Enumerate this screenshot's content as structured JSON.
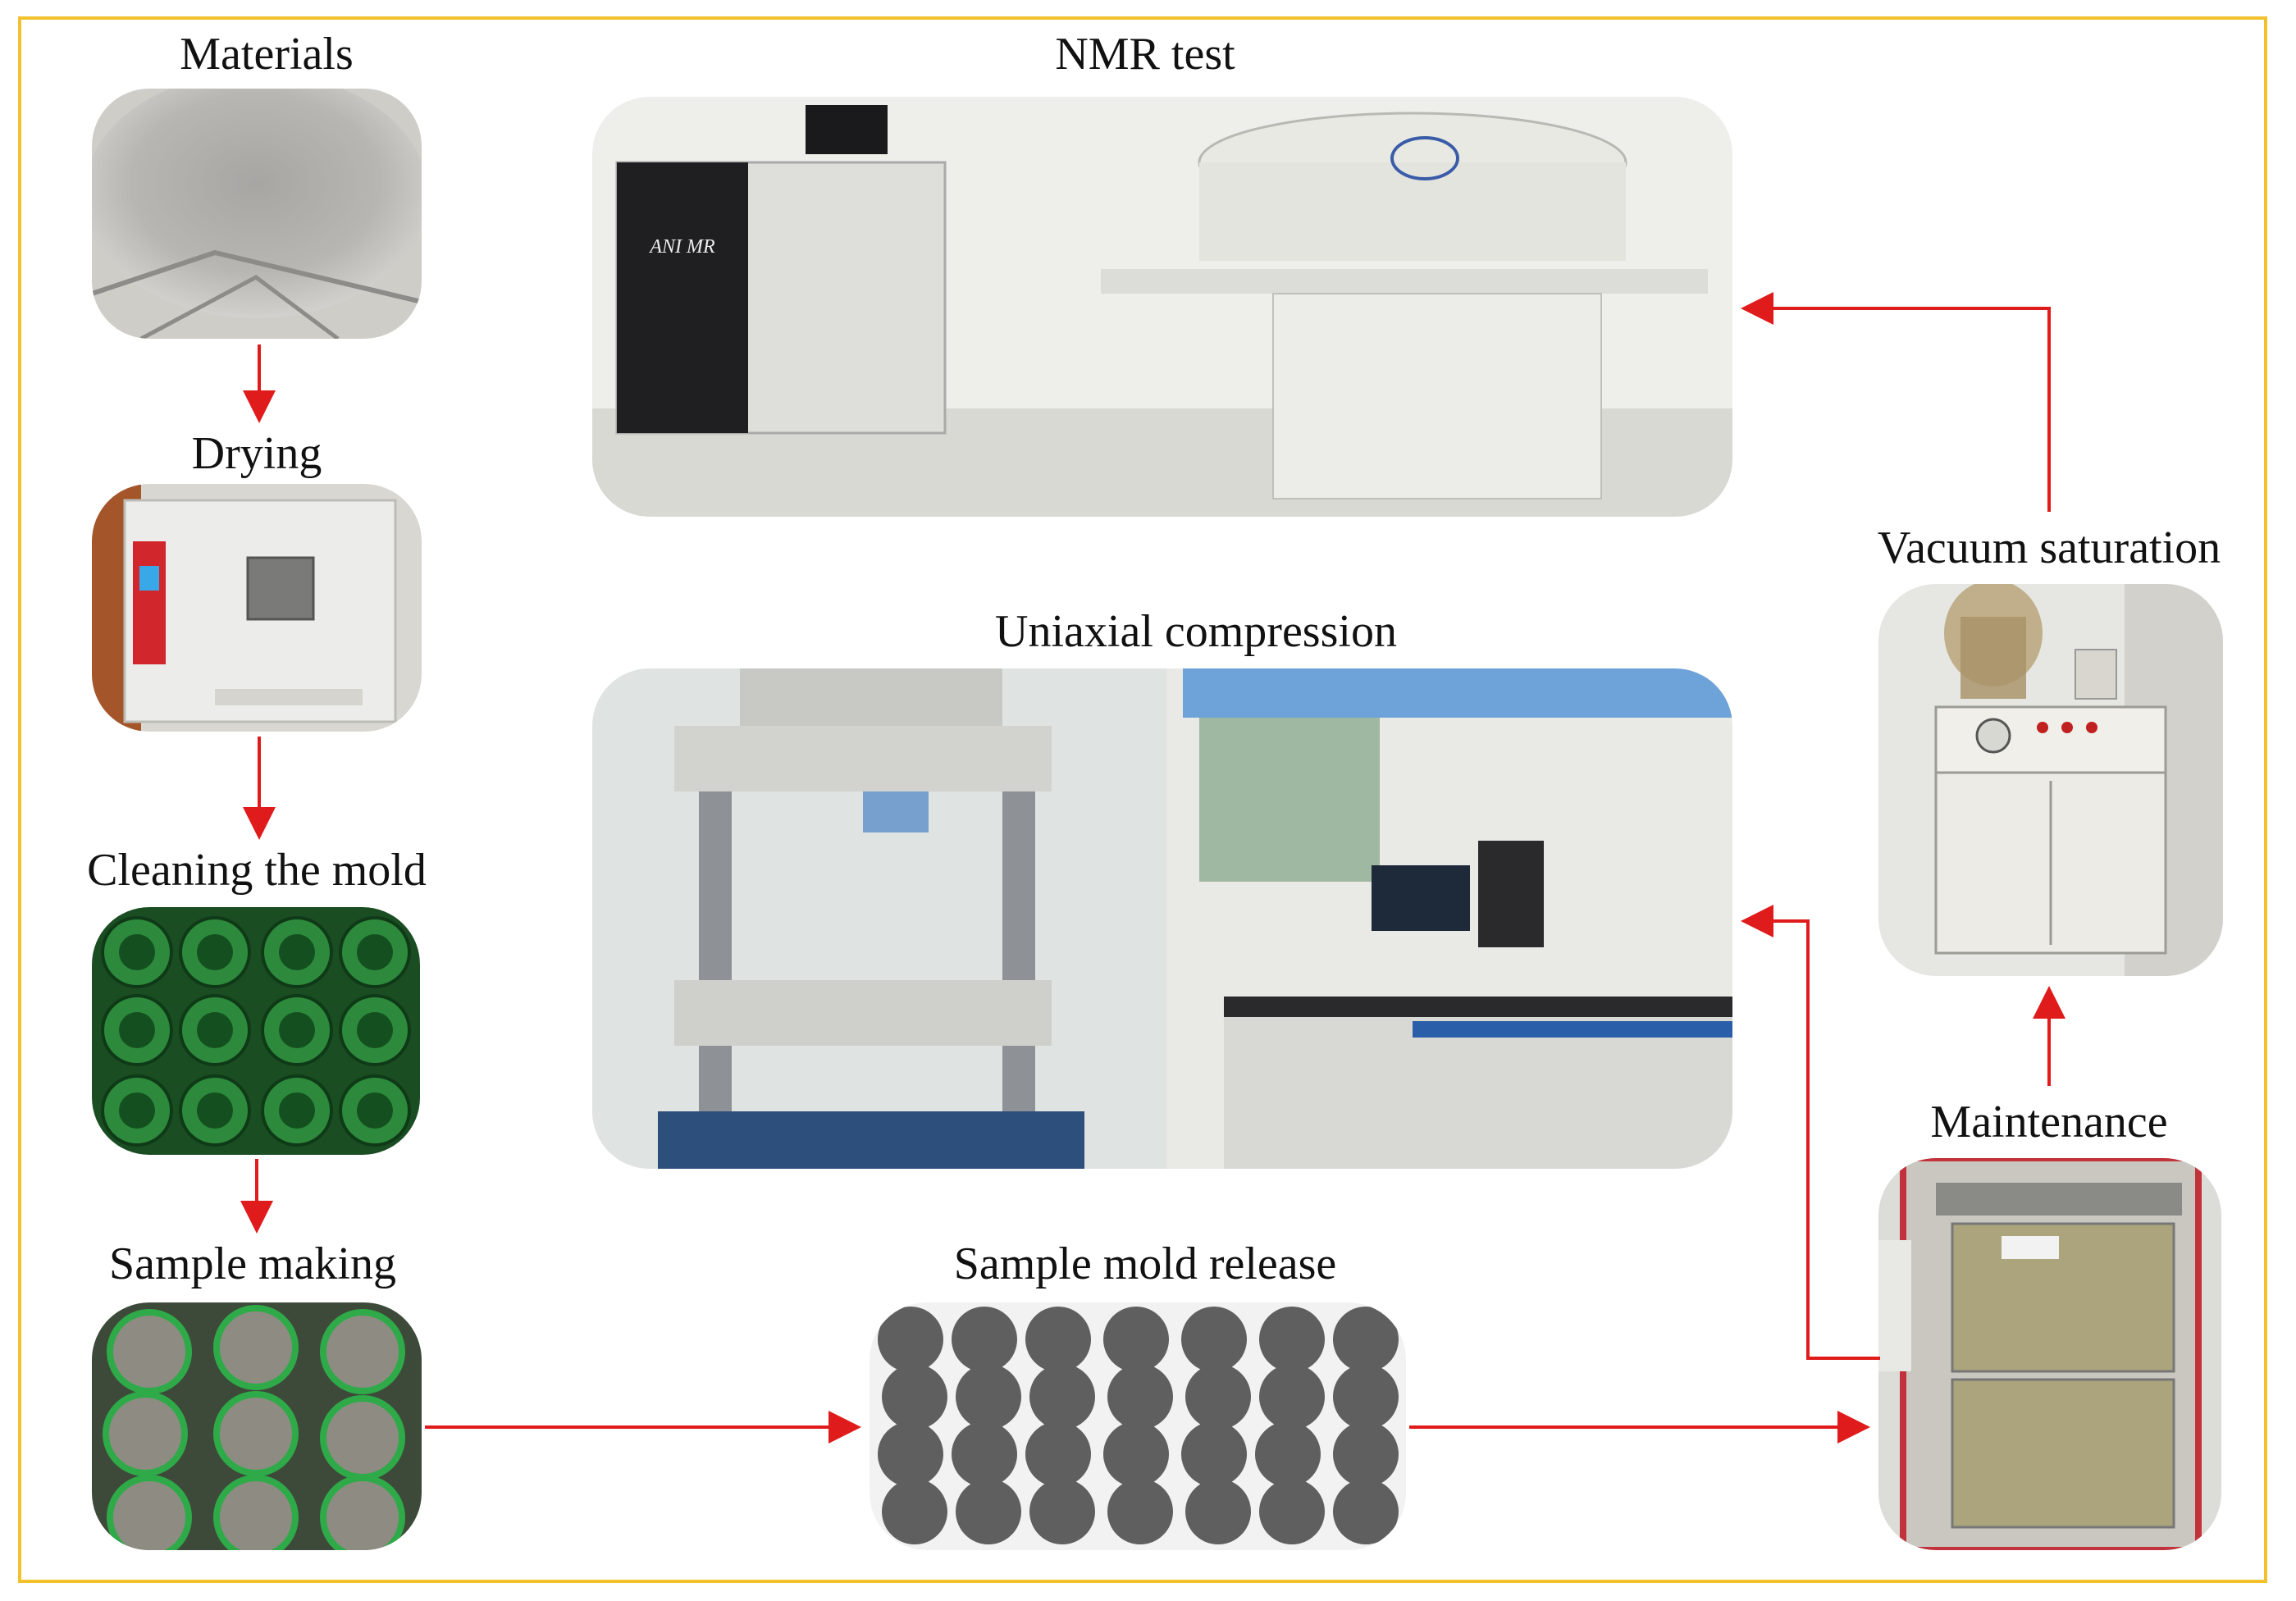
{
  "steps": {
    "materials": "Materials",
    "drying": "Drying",
    "cleaning": "Cleaning the mold",
    "sample_making": "Sample making",
    "mold_release": "Sample mold release",
    "maintenance": "Maintenance",
    "vacuum": "Vacuum saturation",
    "uniaxial": "Uniaxial compression",
    "nmr": "NMR test"
  },
  "nmr_machine_text": "ANI MR",
  "colors": {
    "frame": "#f2c12e",
    "arrow": "#e01b1b",
    "mold_green": "#1d6b2c"
  }
}
